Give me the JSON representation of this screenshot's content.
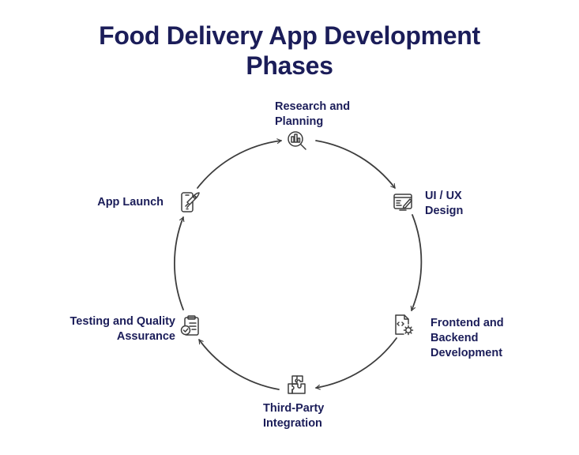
{
  "title": {
    "line1": "Food Delivery App Development",
    "line2": "Phases"
  },
  "phases": [
    {
      "line1": "Research and",
      "line2": "Planning",
      "icon": "research-magnifier-icon"
    },
    {
      "line1": "UI / UX",
      "line2": "Design",
      "icon": "design-screen-pen-icon"
    },
    {
      "line1": "Frontend and",
      "line2": "Backend",
      "line3": "Development",
      "icon": "code-gear-document-icon"
    },
    {
      "line1": "Third-Party",
      "line2": "Integration",
      "icon": "puzzle-pieces-icon"
    },
    {
      "line1": "Testing and Quality",
      "line2": "Assurance",
      "icon": "clipboard-check-icon"
    },
    {
      "line1": "App Launch",
      "icon": "phone-rocket-icon"
    }
  ],
  "colors": {
    "title": "#1b1d59",
    "label": "#1b1d59",
    "arrow": "#3d3d3d",
    "icon": "#3d3d3d",
    "background": "#ffffff"
  }
}
